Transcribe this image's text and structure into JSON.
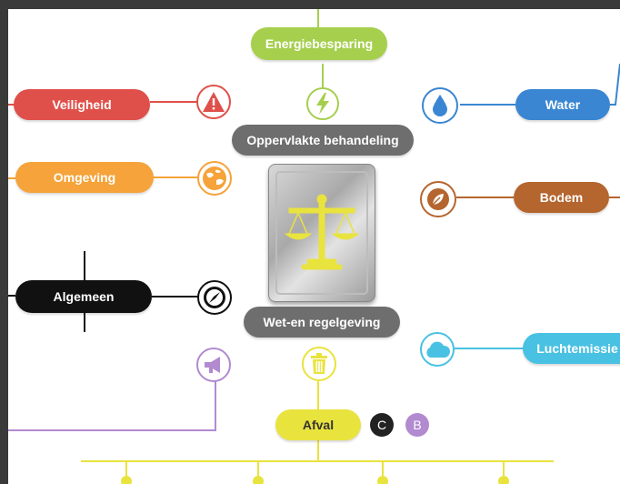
{
  "nodes": {
    "energiebesparing": "Energiebesparing",
    "veiligheid": "Veiligheid",
    "omgeving": "Omgeving",
    "algemeen": "Algemeen",
    "oppervlakte": "Oppervlakte behandeling",
    "wet": "Wet-en regelgeving",
    "water": "Water",
    "bodem": "Bodem",
    "luchtemissie": "Luchtemissie",
    "afval": "Afval"
  },
  "badges": {
    "c": "C",
    "b": "B"
  },
  "colors": {
    "green": "#a6cf4e",
    "red": "#e0504a",
    "orange": "#f5a33a",
    "black": "#111111",
    "blue": "#3a86d2",
    "brown": "#b5652e",
    "cyan": "#49c1e2",
    "yellow": "#e9e33e",
    "purple": "#b18ad0",
    "grey": "#6e6e6e"
  }
}
